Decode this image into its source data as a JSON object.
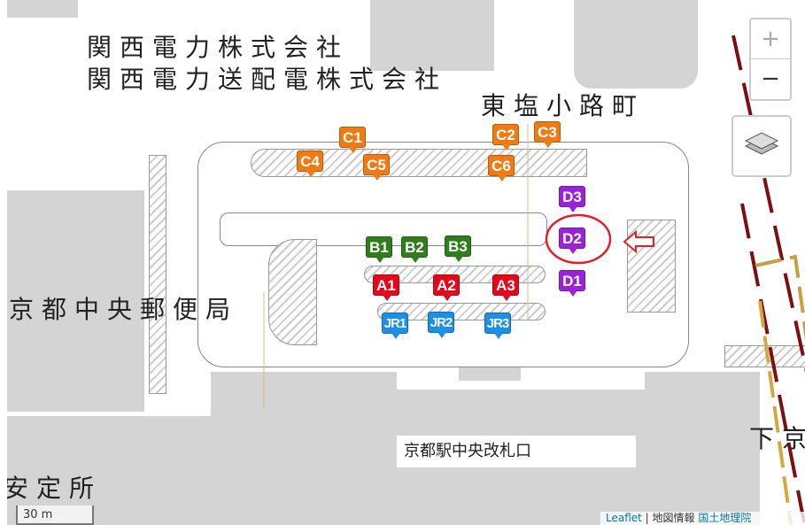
{
  "map_labels": {
    "kepco": "関西電力株式会社",
    "kepco_td": "関西電力送配電株式会社",
    "higashi_shiokoji": "東塩小路町",
    "post_office": "京都中央郵便局",
    "central_gate": "京都駅中央改札口",
    "shimogyo": "下京",
    "anteisho": "安定所"
  },
  "markers": {
    "C": [
      "C1",
      "C2",
      "C3",
      "C4",
      "C5",
      "C6"
    ],
    "D": [
      "D3",
      "D2",
      "D1"
    ],
    "B": [
      "B1",
      "B2",
      "B3"
    ],
    "A": [
      "A1",
      "A2",
      "A3"
    ],
    "JR": [
      "JR1",
      "JR2",
      "JR3"
    ]
  },
  "colors": {
    "C": "#f07a14",
    "D": "#9a22d8",
    "B": "#2f7d1c",
    "A": "#e5081a",
    "JR": "#1c8fe6",
    "highlight": "#e0202a"
  },
  "highlighted_marker": "D2",
  "controls": {
    "zoom_in": "+",
    "zoom_out": "−"
  },
  "scale": "30 m",
  "attribution": {
    "leaflet": "Leaflet",
    "sep": " | 地図情報 ",
    "gsi": "国土地理院"
  }
}
